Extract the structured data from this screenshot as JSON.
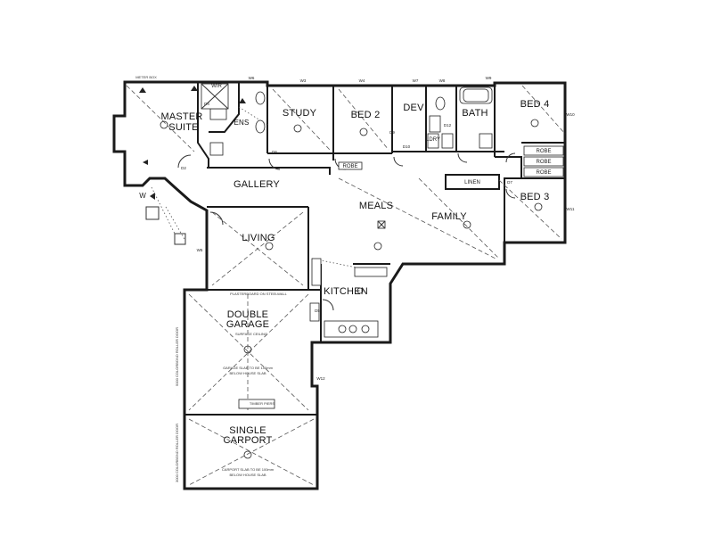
{
  "rooms": {
    "master_suite": {
      "line1": "MASTER",
      "line2": "SUITE"
    },
    "study": "STUDY",
    "bed2": "BED 2",
    "dev": "DEV",
    "bath": "BATH",
    "bed4": "BED 4",
    "ens": "ENS",
    "gallery": "GALLERY",
    "meals": "MEALS",
    "family": "FAMILY",
    "bed3": "BED 3",
    "living": "LIVING",
    "kitchen": "KITCHEN",
    "double_garage": {
      "line1": "DOUBLE",
      "line2": "GARAGE"
    },
    "single_carport": {
      "line1": "SINGLE",
      "line2": "CARPORT"
    }
  },
  "small_labels": {
    "robe1": "ROBE",
    "robe2": "ROBE",
    "robe3": "ROBE",
    "robe4": "ROBE",
    "linen": "LINEN",
    "wir": "WIR",
    "ldry": "LDRY"
  },
  "notes": {
    "meter_box": "METER BOX",
    "garage_slab": "GARAGE SLAB TO BE 100mm",
    "garage_slab2": "BELOW HOUSE SLAB",
    "carport_slab": "CARPORT SLAB TO BE 100mm",
    "carport_slab2": "BELOW HOUSE SLAB",
    "plasterboard": "PLASTERBOARD ON STEELWALL",
    "tiled_piers": "TIMBER PIERS",
    "surface_ceiling": "SURFACE CEILING",
    "roller_door1": "5000 COLORBOND ROLLER DOOR",
    "roller_door2": "3000 COLORBOND ROLLER DOOR"
  },
  "tags": {
    "w6": "W6",
    "w3": "W3",
    "w4": "W4",
    "w7": "W7",
    "w8": "W8",
    "w9": "W9",
    "w10": "W10",
    "w11": "W11",
    "w12": "W12",
    "w5": "W5",
    "d4": "D4",
    "d2": "D2",
    "d5": "D5",
    "d6": "D6",
    "d7": "D7",
    "d10": "D10",
    "d12": "D12",
    "d9": "D9",
    "w": "W"
  }
}
